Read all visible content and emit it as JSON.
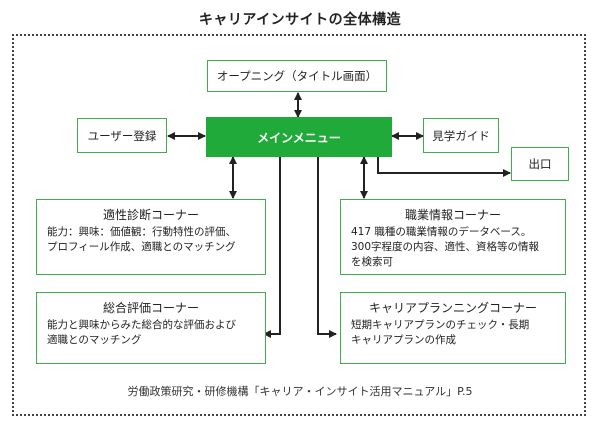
{
  "title": "キャリアインサイトの全体構造",
  "nodes": {
    "opening": "オープニング（タイトル画面）",
    "main_menu": "メインメニュー",
    "user_registration": "ユーザー登録",
    "tour_guide": "見学ガイド",
    "exit": "出口",
    "aptitude": {
      "heading": "適性診断コーナー",
      "line1": "能力：興味：価値観：行動特性の評価、",
      "line2": "プロフィール作成、適職とのマッチング"
    },
    "job_info": {
      "heading": "職業情報コーナー",
      "line1": "417 職種の職業情報のデータベース。",
      "line2": "300字程度の内容、適性、資格等の情報",
      "line3": "を検索可"
    },
    "overall": {
      "heading": "総合評価コーナー",
      "line1": "能力と興味からみた総合的な評価および",
      "line2": "適職とのマッチング"
    },
    "career_plan": {
      "heading": "キャリアプランニングコーナー",
      "line1": "短期キャリアプランのチェック・長期",
      "line2": "キャリアプランの作成"
    }
  },
  "credit": "労働政策研究・研修機構「キャリア・インサイト活用マニュアル」P.5",
  "colors": {
    "accent": "#1faa3a",
    "border": "#3fae49",
    "line": "#222222"
  }
}
